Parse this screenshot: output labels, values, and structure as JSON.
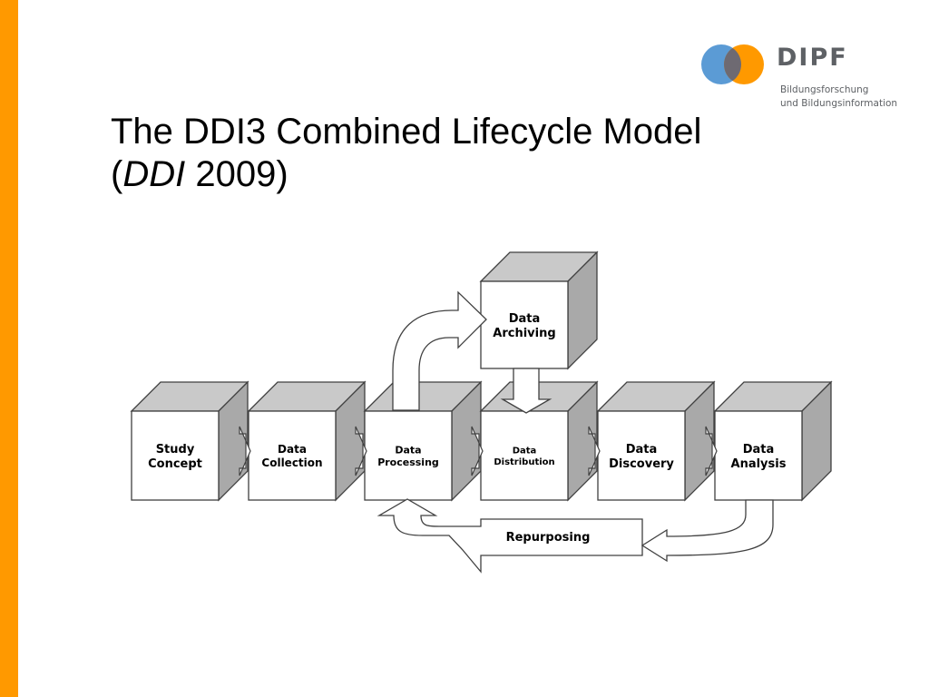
{
  "logo": {
    "name": "DIPF",
    "tagline_1": "Bildungsforschung",
    "tagline_2": "und Bildungsinformation",
    "color_blue": "#5B9BD5",
    "color_orange": "#FF9900"
  },
  "slide": {
    "title_line1": "The DDI3 Combined Lifecycle Model",
    "title_open": "(",
    "title_italic": "DDI",
    "title_rest": " 2009)"
  },
  "diagram": {
    "stages": [
      {
        "line1": "Study",
        "line2": "Concept"
      },
      {
        "line1": "Data",
        "line2": "Collection"
      },
      {
        "line1": "Data",
        "line2": "Processing"
      },
      {
        "line1": "Data",
        "line2": "Distribution"
      },
      {
        "line1": "Data",
        "line2": "Discovery"
      },
      {
        "line1": "Data",
        "line2": "Analysis"
      }
    ],
    "archive": {
      "line1": "Data",
      "line2": "Archiving"
    },
    "repurposing": "Repurposing"
  },
  "accent_color": "#FF9900"
}
